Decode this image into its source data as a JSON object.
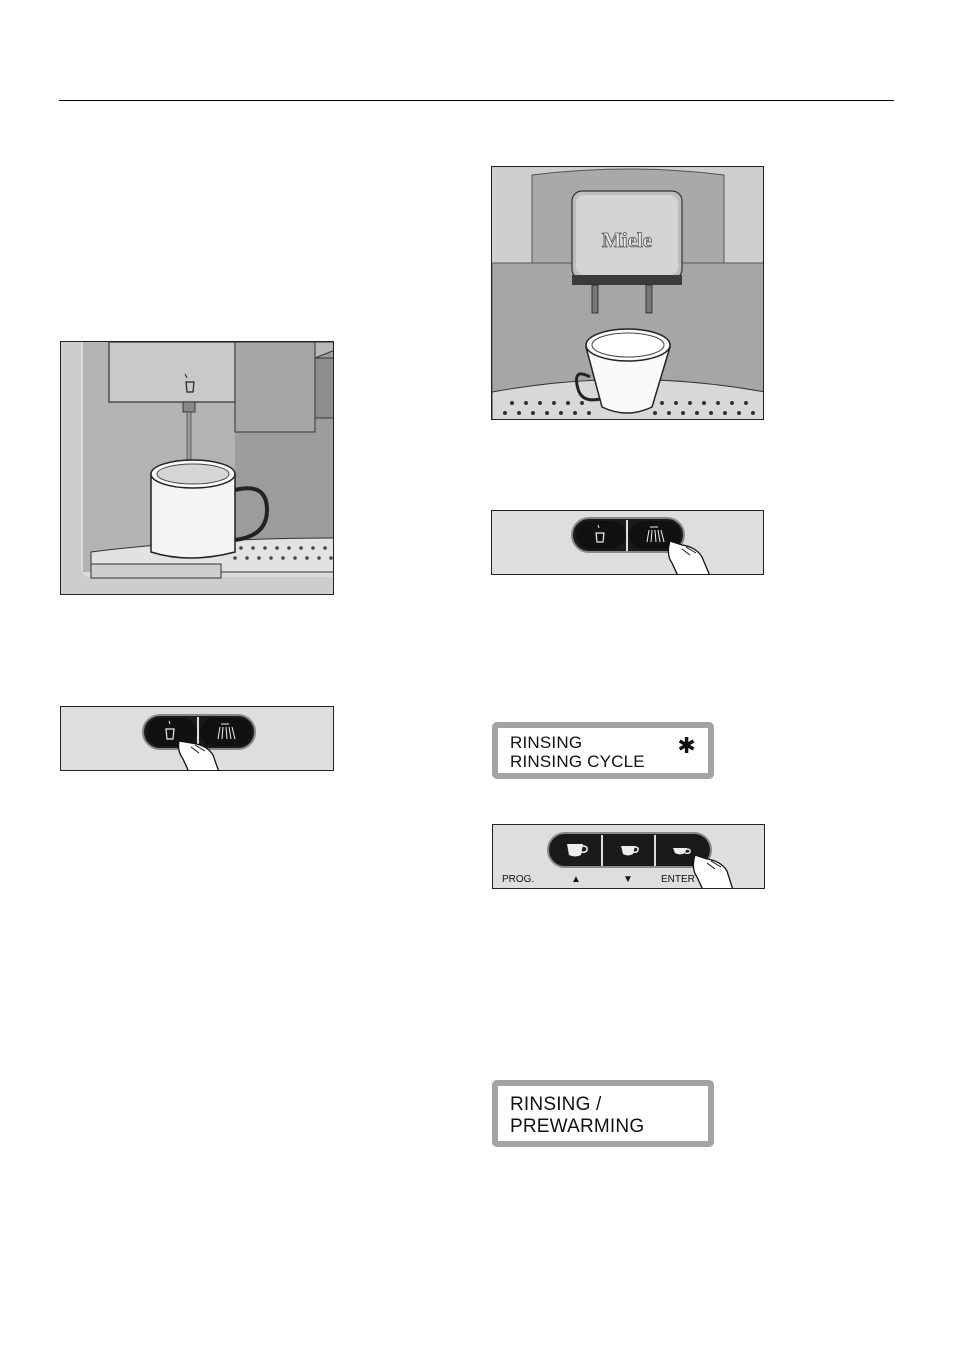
{
  "figures": {
    "hot_water_outlet": {
      "icon": "hot-water-cup-icon"
    },
    "coffee_spout": {
      "brand": "Miele"
    },
    "rinse_button_panel": {
      "buttons": [
        {
          "icon": "hot-water-icon"
        },
        {
          "icon": "rinse-shower-icon"
        }
      ]
    },
    "hot_water_button_panel": {
      "buttons": [
        {
          "icon": "hot-water-icon"
        },
        {
          "icon": "rinse-shower-icon"
        }
      ]
    },
    "rinsing_display": {
      "line1": "RINSING",
      "line2": "RINSING CYCLE",
      "indicator": "✱"
    },
    "coffee_button_panel": {
      "labels": {
        "prog": "PROG.",
        "up": "▲",
        "down": "▼",
        "enter": "ENTER"
      },
      "buttons": [
        {
          "icon": "large-cup-icon"
        },
        {
          "icon": "medium-cup-icon"
        },
        {
          "icon": "espresso-cup-icon"
        }
      ]
    },
    "prewarming_display": {
      "line1": "RINSING /",
      "line2": "PREWARMING"
    }
  }
}
